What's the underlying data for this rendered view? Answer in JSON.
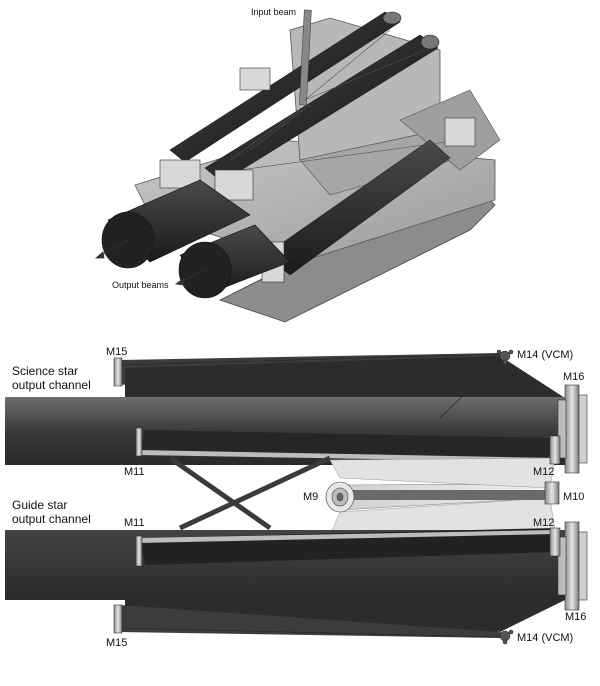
{
  "top_figure": {
    "input_beam_label": "Input beam",
    "output_beams_label": "Output beams"
  },
  "bottom_figure": {
    "science_channel_label_line1": "Science star",
    "science_channel_label_line2": "output channel",
    "guide_channel_label_line1": "Guide star",
    "guide_channel_label_line2": "output channel",
    "mirror_labels": {
      "m15_top": "M15",
      "m14_top": "M14 (VCM)",
      "m16_top": "M16",
      "m11_top": "M11",
      "m12_top": "M12",
      "m9": "M9",
      "m10": "M10",
      "m11_bottom": "M11",
      "m12_bottom": "M12",
      "m16_bottom": "M16",
      "m15_bottom": "M15",
      "m14_bottom": "M14 (VCM)"
    }
  }
}
